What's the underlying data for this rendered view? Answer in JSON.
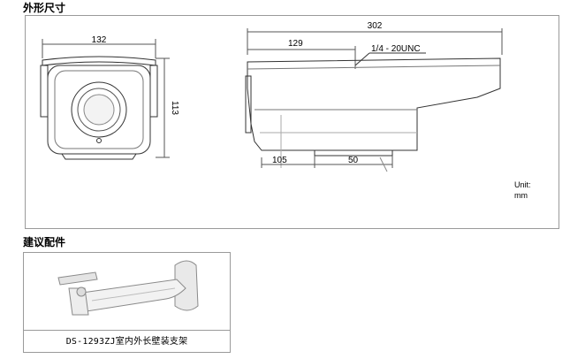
{
  "sections": {
    "dimensions_title": "外形尺寸",
    "accessories_title": "建议配件"
  },
  "front_view": {
    "width_label": "132",
    "height_label": "113"
  },
  "side_view": {
    "length_label": "302",
    "top_segment_label": "129",
    "thread_label": "1/4 - 20UNC",
    "bottom_left_label": "105",
    "bottom_mid_label": "50"
  },
  "unit": {
    "line1": "Unit:",
    "line2": "mm"
  },
  "accessory": {
    "caption": "DS-1293ZJ室内外长壁装支架"
  }
}
